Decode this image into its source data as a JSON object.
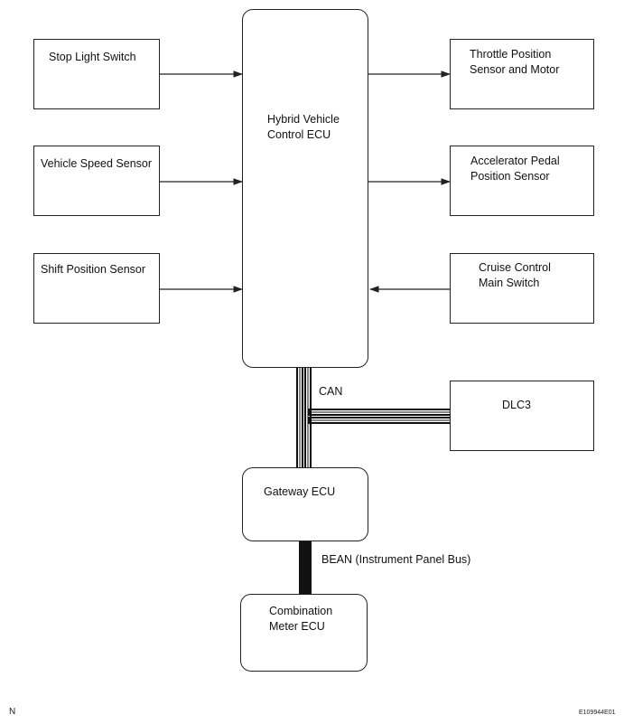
{
  "diagram": {
    "center_ecu": "Hybrid Vehicle\nControl ECU",
    "inputs": {
      "stop_light_switch": "Stop Light Switch",
      "vehicle_speed_sensor": "Vehicle Speed Sensor",
      "shift_position_sensor": "Shift Position Sensor",
      "cruise_control_main_switch": "Cruise Control\nMain Switch"
    },
    "outputs": {
      "throttle_position_sensor_motor": "Throttle Position\nSensor and Motor",
      "accelerator_pedal_position_sensor": "Accelerator Pedal\nPosition Sensor"
    },
    "dlc3": "DLC3",
    "gateway_ecu": "Gateway ECU",
    "combination_meter_ecu": "Combination\nMeter ECU",
    "bus_labels": {
      "can": "CAN",
      "bean": "BEAN (Instrument Panel Bus)"
    }
  },
  "footer": {
    "left_mark": "N",
    "figure_code": "E109944E01"
  }
}
